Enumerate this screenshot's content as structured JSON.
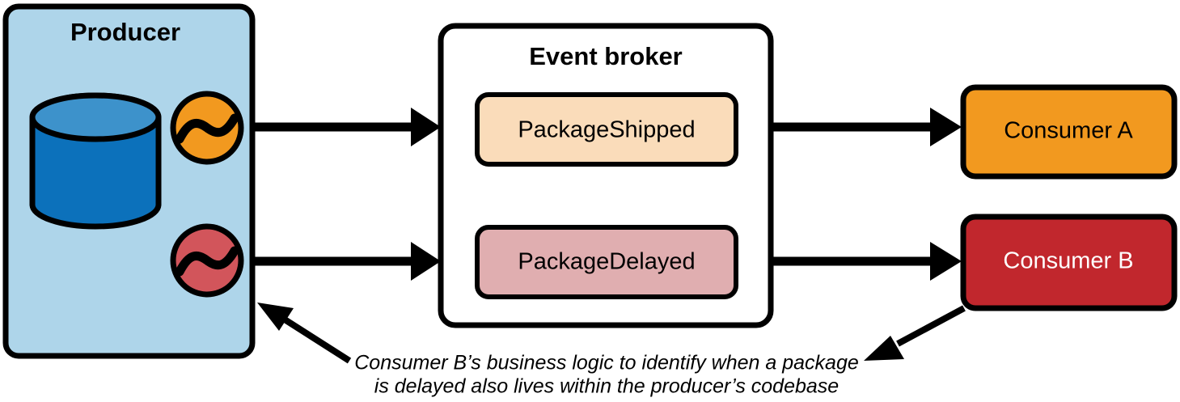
{
  "diagram": {
    "title": "Event broker fan-out with duplicated consumer logic",
    "colors": {
      "producer_fill": "#aed5ea",
      "database_body": "#0c71bb",
      "database_top": "#3d92cb",
      "broker_fill": "#ffffff",
      "event_shipped_fill": "#fadcba",
      "event_delayed_fill": "#e0aeb0",
      "consumer_a_fill": "#f2991f",
      "consumer_b_fill": "#c1272d",
      "stroke": "#000000",
      "circle_orange": "#f2991f",
      "circle_red": "#d2555b"
    },
    "producer": {
      "label": "Producer",
      "database_name": "database-cylinder",
      "emitters": [
        {
          "name": "event-emitter-shipped",
          "color": "#f2991f",
          "icon": "wave-icon"
        },
        {
          "name": "event-emitter-delayed",
          "color": "#d2555b",
          "icon": "wave-icon"
        }
      ]
    },
    "broker": {
      "label": "Event broker",
      "events": [
        {
          "label": "PackageShipped",
          "fill": "#fadcba"
        },
        {
          "label": "PackageDelayed",
          "fill": "#e0aeb0"
        }
      ]
    },
    "consumers": [
      {
        "label": "Consumer A",
        "fill": "#f2991f",
        "text_color": "#000000"
      },
      {
        "label": "Consumer B",
        "fill": "#c1272d",
        "text_color": "#ffffff"
      }
    ],
    "caption": {
      "line1": "Consumer B’s business logic to identify when a package",
      "line2": "is delayed also lives within the producer’s codebase"
    },
    "flows": [
      {
        "name": "producer-to-broker-shipped",
        "from": "producer",
        "to": "PackageShipped"
      },
      {
        "name": "producer-to-broker-delayed",
        "from": "producer",
        "to": "PackageDelayed"
      },
      {
        "name": "broker-to-consumer-a",
        "from": "PackageShipped",
        "to": "Consumer A"
      },
      {
        "name": "broker-to-consumer-b",
        "from": "PackageDelayed",
        "to": "Consumer B"
      },
      {
        "name": "caption-to-producer",
        "from": "caption",
        "to": "producer"
      },
      {
        "name": "consumer-b-to-caption",
        "from": "Consumer B",
        "to": "caption"
      }
    ]
  }
}
